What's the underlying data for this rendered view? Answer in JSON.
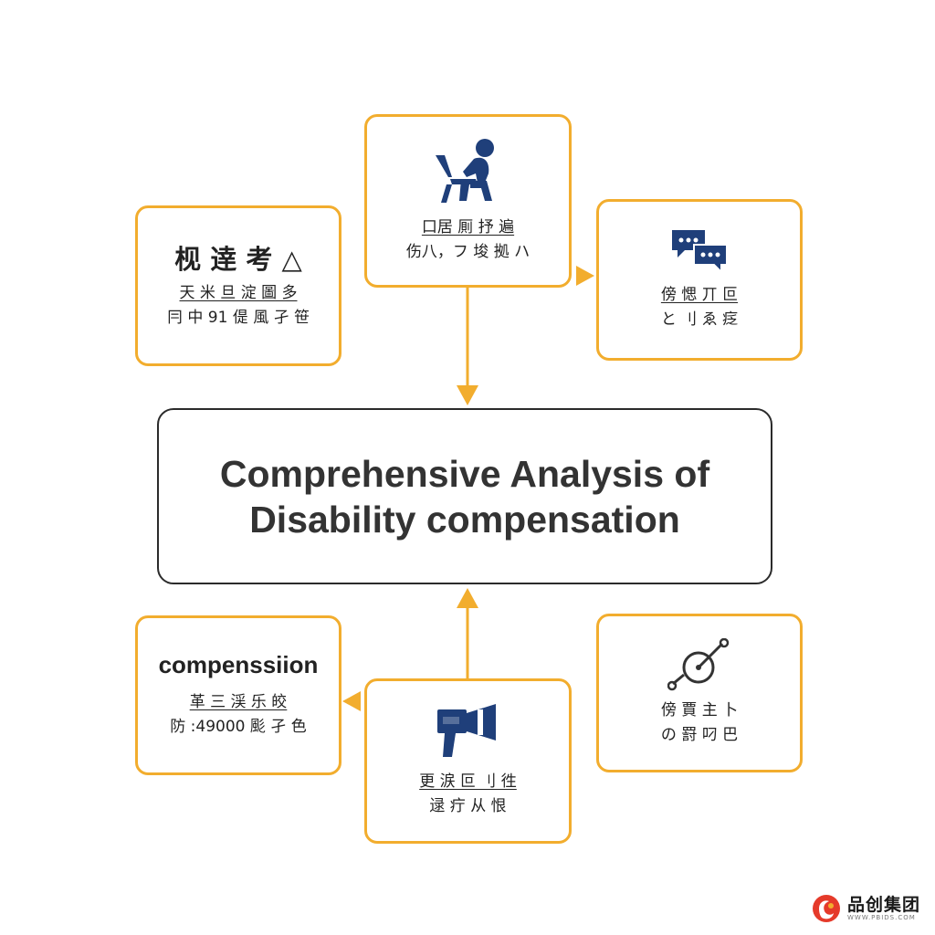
{
  "center": {
    "line1": "Comprehensive Analysis of",
    "line2": "Disability compensation"
  },
  "cards": {
    "top": {
      "icon": "seated-person-icon",
      "line1": "口居 厠 抒 遍",
      "line2": "伤八，フ 埈 拠 ハ"
    },
    "top_left": {
      "title": "枧 逹 考 △",
      "line1": "天 米 旦 淀 圖 多",
      "line2": "冃 中 91 偍 風 孑 笹"
    },
    "top_right": {
      "icon": "chat-bubbles-icon",
      "line1": "傍 愢 丌 叵",
      "line2": "と 刂 ゑ 疺"
    },
    "bottom_left": {
      "title": "compenssiion",
      "line1": "革 三 渓 乐 皎",
      "line2": "防 :49000 颩 孑 色"
    },
    "bottom": {
      "icon": "megaphone-icon",
      "line1": "更 涙 叵 刂 徃",
      "line2": "逯 疔 从 恨"
    },
    "bottom_right": {
      "icon": "pin-target-icon",
      "line1": "傍 賈 主 卜",
      "line2": "の 罸 叼 巴"
    }
  },
  "logo": {
    "name": "品创集团",
    "url": "WWW.PBIDS.COM"
  },
  "colors": {
    "accent": "#f2ad2e",
    "icon": "#1f3f7a",
    "text": "#222222"
  }
}
